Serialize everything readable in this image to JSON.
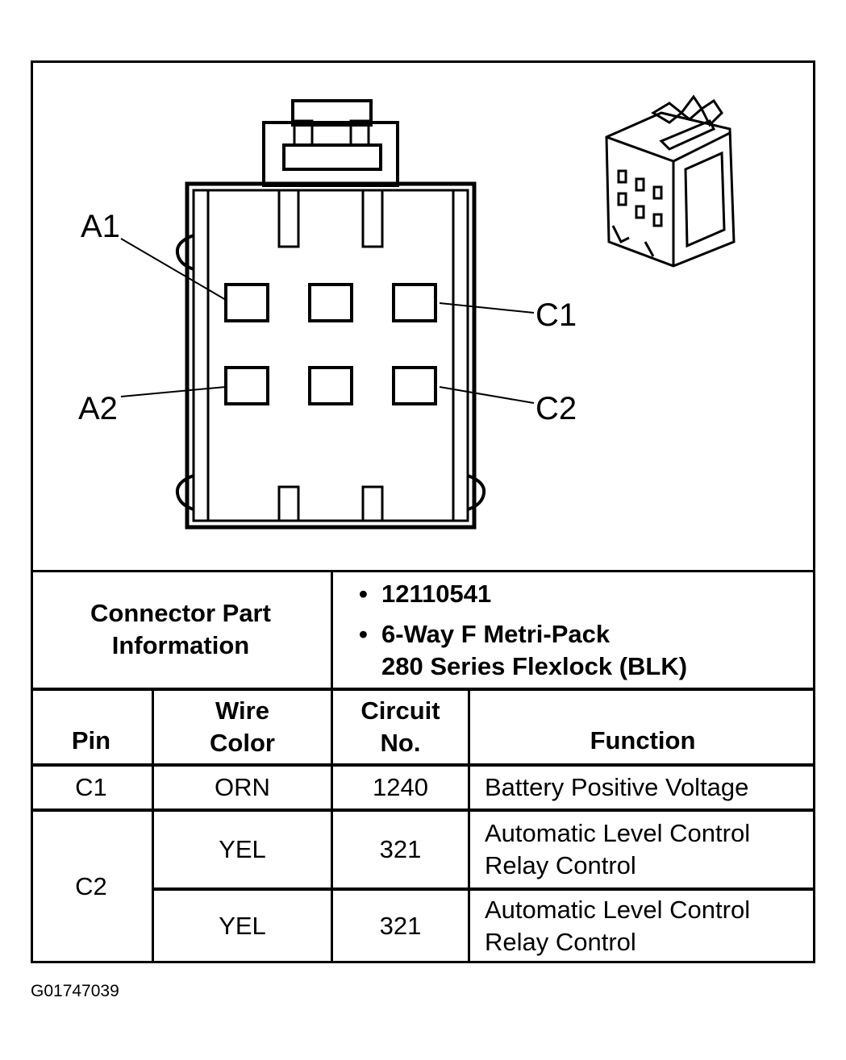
{
  "diagram": {
    "pin_labels": {
      "a1": "A1",
      "a2": "A2",
      "c1": "C1",
      "c2": "C2"
    },
    "icons": {
      "front_view": "connector-face-view-icon",
      "iso_view": "connector-isometric-icon"
    }
  },
  "part_info": {
    "label": "Connector Part Information",
    "part_number": "12110541",
    "description_line1": "6-Way F Metri-Pack",
    "description_line2": "280 Series Flexlock (BLK)"
  },
  "table": {
    "headers": {
      "pin": "Pin",
      "wire_color_1": "Wire",
      "wire_color_2": "Color",
      "circuit_1": "Circuit",
      "circuit_2": "No.",
      "function": "Function"
    },
    "rows": [
      {
        "pin": "C1",
        "wire_color": "ORN",
        "circuit": "1240",
        "function": "Battery Positive Voltage"
      },
      {
        "pin": "C2",
        "wire_color": "YEL",
        "circuit": "321",
        "function_line1": "Automatic Level Control",
        "function_line2": "Relay Control"
      },
      {
        "pin": "C2",
        "wire_color": "YEL",
        "circuit": "321",
        "function_line1": "Automatic Level Control",
        "function_line2": "Relay Control"
      }
    ]
  },
  "figure_id": "G01747039"
}
